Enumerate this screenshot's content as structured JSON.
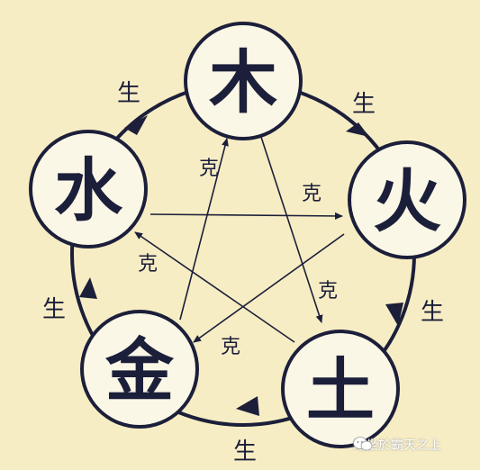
{
  "diagram": {
    "elements": [
      {
        "id": "wood",
        "label": "木"
      },
      {
        "id": "fire",
        "label": "火"
      },
      {
        "id": "earth",
        "label": "土"
      },
      {
        "id": "metal",
        "label": "金"
      },
      {
        "id": "water",
        "label": "水"
      }
    ],
    "generating_label": "生",
    "controlling_label": "克",
    "generating_cycle": [
      "wood",
      "fire",
      "earth",
      "metal",
      "water"
    ],
    "controlling_cycle": [
      "wood",
      "earth",
      "water",
      "fire",
      "metal"
    ]
  },
  "watermark": {
    "text": "端坐於霸天之上"
  },
  "colors": {
    "background": "#f7edc4",
    "node_fill": "#fbf7e6",
    "ink": "#1c1f3a"
  }
}
